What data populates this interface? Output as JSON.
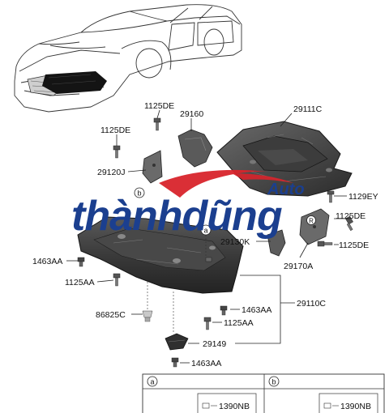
{
  "labels": {
    "p29111C": "29111C",
    "p29160": "29160",
    "p1125DE_a": "1125DE",
    "p1125DE_b": "1125DE",
    "p1125DE_c": "1125DE",
    "p1125DE_d": "1125DE",
    "p29120J": "29120J",
    "p1129EY": "1129EY",
    "p29130K": "29130K",
    "p29170A": "29170A",
    "p1463AA_a": "1463AA",
    "p1463AA_b": "1463AA",
    "p1463AA_c": "1463AA",
    "p1125AA_a": "1125AA",
    "p1125AA_b": "1125AA",
    "p29110C": "29110C",
    "p86825C": "86825C",
    "p29149": "29149"
  },
  "callouts": {
    "a": "a",
    "b": "b",
    "r": "R"
  },
  "watermark": {
    "main": "thànhdũng",
    "sub": "Auto"
  },
  "table": {
    "col_a": "a",
    "col_b": "b",
    "part_a": "1390NB",
    "part_b": "1390NB"
  },
  "colors": {
    "watermark_blue": "#1b3f8f",
    "watermark_red": "#d8242b",
    "part_dark": "#2a2a2a"
  }
}
